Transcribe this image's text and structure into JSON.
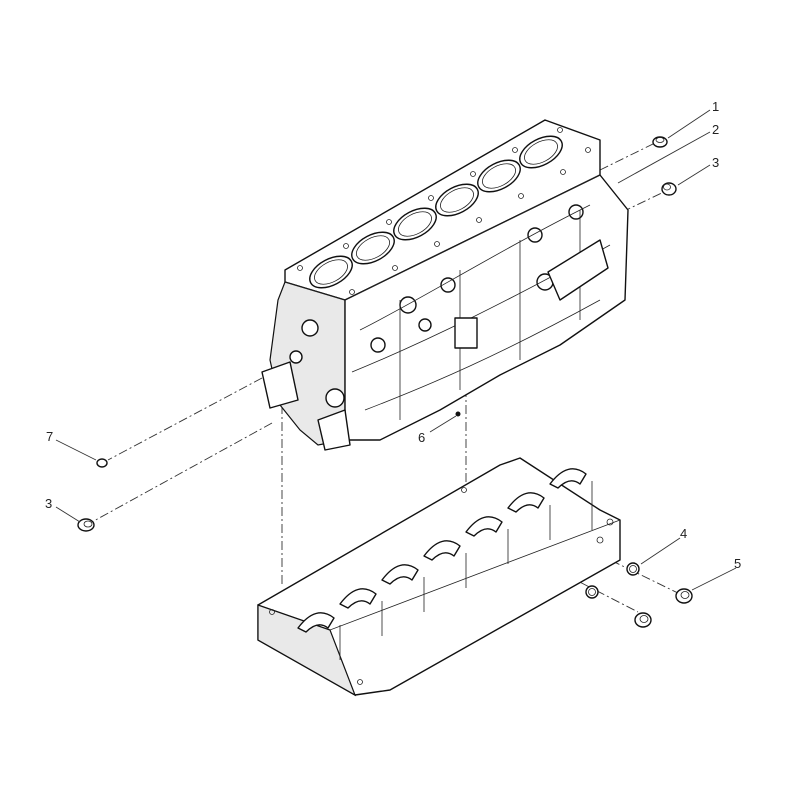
{
  "callouts": [
    {
      "id": "c1",
      "label": "1"
    },
    {
      "id": "c2",
      "label": "2"
    },
    {
      "id": "c3a",
      "label": "3"
    },
    {
      "id": "c3b",
      "label": "3"
    },
    {
      "id": "c4",
      "label": "4"
    },
    {
      "id": "c5",
      "label": "5"
    },
    {
      "id": "c6",
      "label": "6"
    },
    {
      "id": "c7",
      "label": "7"
    }
  ],
  "colors": {
    "line": "#111111",
    "background": "#ffffff",
    "shade": "#e9e9e9"
  }
}
